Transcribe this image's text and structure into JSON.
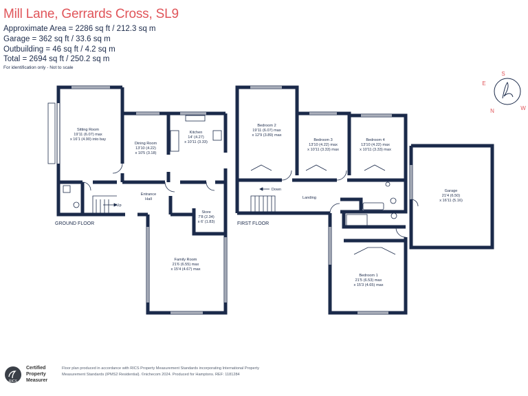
{
  "header": {
    "title": "Mill Lane, Gerrards Cross, SL9",
    "lines": [
      "Approximate Area = 2286  sq ft / 212.3  sq m",
      "Garage = 362 sq ft / 33.6  sq m",
      "Outbuilding = 46 sq ft / 4.2  sq m",
      "Total = 2694 sq ft / 250.2 sq m"
    ],
    "note": "For identification only - Not to scale"
  },
  "floors": {
    "ground": "GROUND FLOOR",
    "first": "FIRST FLOOR"
  },
  "rooms": {
    "sitting": [
      "Sitting Room",
      "19'11 (6.07) max",
      "x 16'1 (4.90) into bay"
    ],
    "dining": [
      "Dining Room",
      "13'10 (4.22)",
      "x 10'5 (3.18)"
    ],
    "kitchen": [
      "Kitchen",
      "14' (4.27)",
      "x 10'11 (3.33)"
    ],
    "entrance": [
      "Entrance",
      "Hall"
    ],
    "up": "Up",
    "store": [
      "Store",
      "7'8 (2.34)",
      "x 6' (1.83)"
    ],
    "family": [
      "Family Room",
      "21'6 (6.55) max",
      "x 15'4 (4.67) max"
    ],
    "bed2": [
      "Bedroom 2",
      "19'11 (6.07) max",
      "x 12'9 (3.89) max"
    ],
    "bed3": [
      "Bedroom 3",
      "13'10 (4.22) max",
      "x 10'11 (3.33) max"
    ],
    "bed4": [
      "Bedroom 4",
      "13'10 (4.22) max",
      "x 10'11 (3.33) max"
    ],
    "down": "Down",
    "landing": "Landing",
    "garage": [
      "Garage",
      "21'4 (6.50)",
      "x 16'11 (5.16)"
    ],
    "bed1": [
      "Bedroom 1",
      "21'5 (6.53) max",
      "x 15'3 (4.65) max"
    ]
  },
  "compass": {
    "letters": [
      "S",
      "W",
      "N",
      "E"
    ]
  },
  "footer": {
    "badge_brand": "RICS",
    "badge_lines": [
      "Certified",
      "Property",
      "Measurer"
    ],
    "text": "Floor plan produced in accordance with RICS Property Measurement Standards incorporating International Property Measurement Standards (IPMS2 Residential). ©nichecom 2024.  Produced for Hamptons.  REF: 1181284"
  },
  "colors": {
    "wall": "#1b2a4a",
    "title": "#e0555a"
  }
}
